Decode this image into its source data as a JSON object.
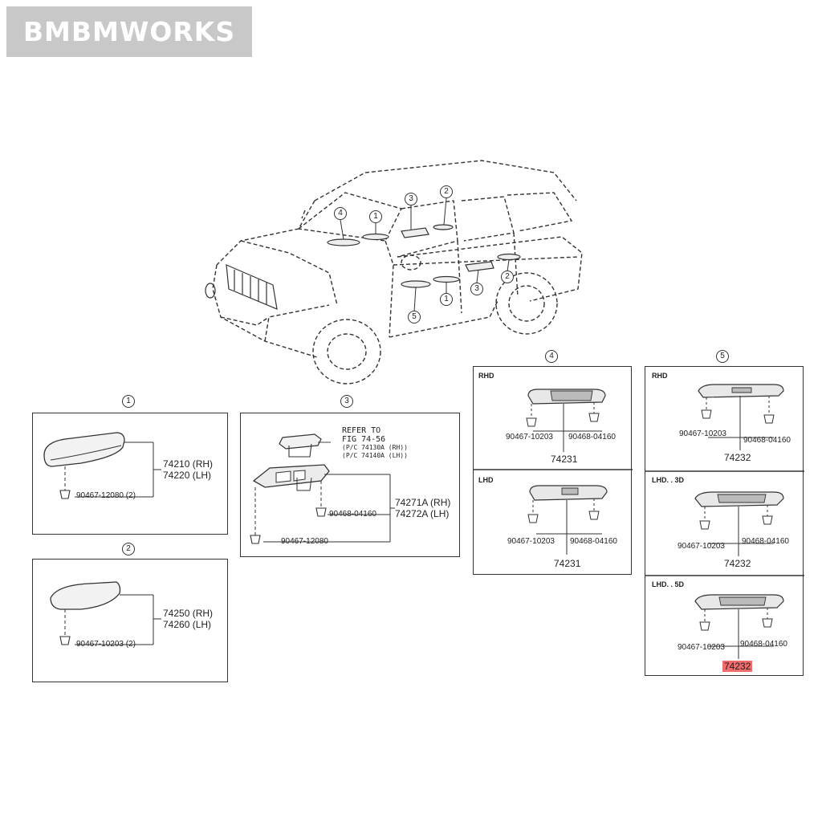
{
  "watermark": "BMBMWORKS",
  "car_callouts": [
    "4",
    "1",
    "3",
    "2",
    "3",
    "2",
    "1",
    "5"
  ],
  "panel1": {
    "number": "1",
    "part_rh": "74210 (RH)",
    "part_lh": "74220 (LH)",
    "clip": "90467-12080 (2)"
  },
  "panel2": {
    "number": "2",
    "part_rh": "74250 (RH)",
    "part_lh": "74260 (LH)",
    "clip": "90467-10203 (2)"
  },
  "panel3": {
    "number": "3",
    "refer_line1": "REFER TO",
    "refer_line2": "FIG 74-56",
    "refer_line3": "(P/C 74130A (RH))",
    "refer_line4": "(P/C 74140A (LH))",
    "part_rh": "74271A (RH)",
    "part_lh": "74272A (LH)",
    "clip_a": "90468-04160",
    "clip_b": "90467-12080"
  },
  "panel4": {
    "number": "4",
    "rhd": {
      "tag": "RHD",
      "clip_a": "90467-10203",
      "clip_b": "90468-04160",
      "part": "74231"
    },
    "lhd": {
      "tag": "LHD",
      "clip_a": "90467-10203",
      "clip_b": "90468-04160",
      "part": "74231"
    }
  },
  "panel5": {
    "number": "5",
    "rhd": {
      "tag": "RHD",
      "clip_a": "90467-10203",
      "clip_b": "90468-04160",
      "part": "74232"
    },
    "lhd3": {
      "tag": "LHD. . 3D",
      "clip_a": "90467-10203",
      "clip_b": "90468-04160",
      "part": "74232"
    },
    "lhd5": {
      "tag": "LHD. . 5D",
      "clip_a": "90467-10203",
      "clip_b": "90468-04160",
      "part": "74232"
    }
  },
  "colors": {
    "line": "#333333",
    "highlight": "#f06b6b",
    "watermark_bg": "#c8c8c8"
  }
}
